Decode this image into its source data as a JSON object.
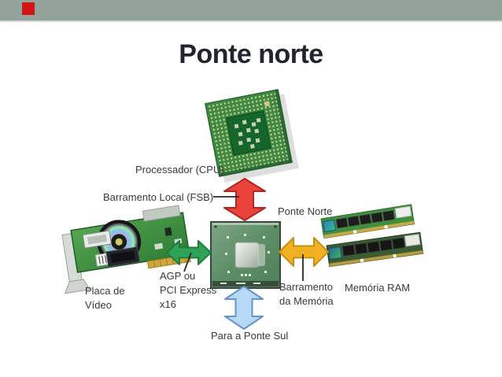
{
  "slide": {
    "title": "Ponte norte",
    "title_color": "#23252e",
    "top_bar_color": "#93a39b",
    "accent_square_color": "#d21414",
    "background_color": "#ffffff"
  },
  "diagram": {
    "text_color": "#3a3a3c",
    "labels": {
      "cpu": "Processador (CPU)",
      "fsb": "Barramento Local (FSB)",
      "north_bridge": "Ponte Norte",
      "agp_line1": "AGP ou",
      "agp_line2": "PCI Express",
      "agp_line3": "x16",
      "video_card_line1": "Placa de",
      "video_card_line2": "Vídeo",
      "memory_bus_line1": "Barramento",
      "memory_bus_line2": "da Memória",
      "ram": "Memória RAM",
      "south_bridge": "Para a Ponte Sul"
    },
    "arrow_colors": {
      "fsb_fill": "#e9433c",
      "fsb_stroke": "#b2261f",
      "agp_fill": "#2fa257",
      "agp_stroke": "#1e7c41",
      "memory_fill": "#f0b123",
      "memory_stroke": "#c98f14",
      "south_fill": "#b7d9f6",
      "south_stroke": "#6593cb"
    }
  }
}
